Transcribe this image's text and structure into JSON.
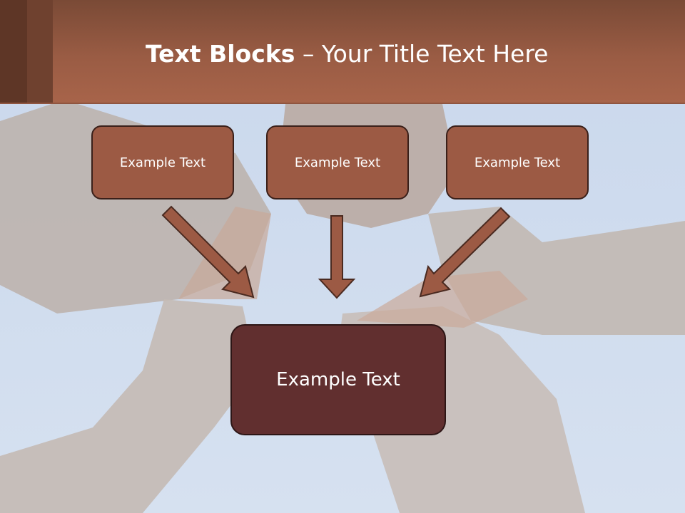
{
  "title": {
    "bold": "Text Blocks",
    "dash": " – ",
    "rest": "Your Title Text Here"
  },
  "blocks": [
    {
      "label": "Example Text"
    },
    {
      "label": "Example Text"
    },
    {
      "label": "Example Text"
    }
  ],
  "target_block": {
    "label": "Example Text"
  },
  "colors": {
    "header": "#9a5c44",
    "block_fill": "#9c5a44",
    "target_fill": "#612f2f",
    "arrow_fill": "#9c5a44",
    "sky": "#c8d6ea"
  }
}
